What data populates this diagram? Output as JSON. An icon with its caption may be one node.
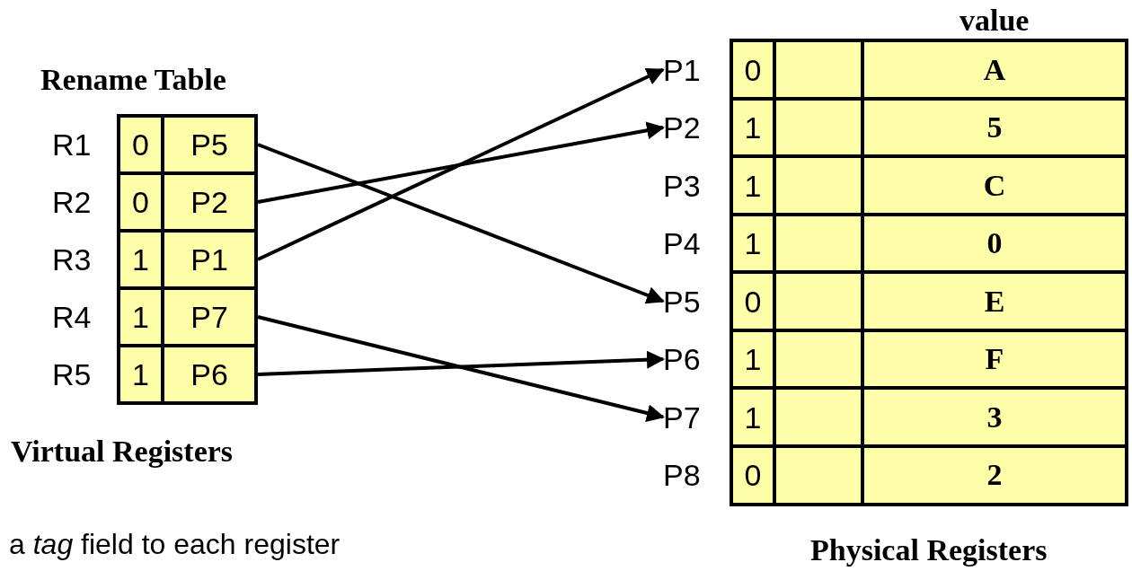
{
  "diagram": {
    "nodes": [
      {
        "text": [
          "0",
          "P5"
        ],
        "beside": [
          "R1"
        ]
      },
      {
        "text": [
          "0",
          "P2"
        ],
        "beside": [
          "R2"
        ]
      },
      {
        "text": [
          "1",
          "P1"
        ],
        "beside": [
          "R3"
        ]
      },
      {
        "text": [
          "1",
          "P7"
        ],
        "beside": [
          "R4"
        ]
      },
      {
        "text": [
          "1",
          "P6"
        ],
        "beside": [
          "R5"
        ]
      },
      {
        "text": [
          "0",
          "A"
        ],
        "beside": [
          "P1"
        ]
      },
      {
        "text": [
          "1",
          "5"
        ],
        "beside": [
          "P2"
        ]
      },
      {
        "text": [
          "1",
          "C"
        ],
        "beside": [
          "P3"
        ]
      },
      {
        "text": [
          "1",
          "0"
        ],
        "beside": [
          "P4"
        ]
      },
      {
        "text": [
          "0",
          "E"
        ],
        "beside": [
          "P5"
        ]
      },
      {
        "text": [
          "1",
          "F"
        ],
        "beside": [
          "P6"
        ]
      },
      {
        "text": [
          "1",
          "3"
        ],
        "beside": [
          "P7"
        ]
      },
      {
        "text": [
          "0",
          "2"
        ],
        "beside": [
          "P8"
        ]
      }
    ],
    "edges": [
      {
        "from": 0,
        "to": 9,
        "arrow": "to"
      },
      {
        "from": 1,
        "to": 6,
        "arrow": "to"
      },
      {
        "from": 2,
        "to": 5,
        "arrow": "to"
      },
      {
        "from": 3,
        "to": 11,
        "arrow": "to"
      },
      {
        "from": 4,
        "to": 10,
        "arrow": "to"
      }
    ],
    "labels": [
      "value",
      "Rename Table",
      "Virtual Registers",
      "a *tag* field to each register",
      "Physical Registers"
    ]
  }
}
